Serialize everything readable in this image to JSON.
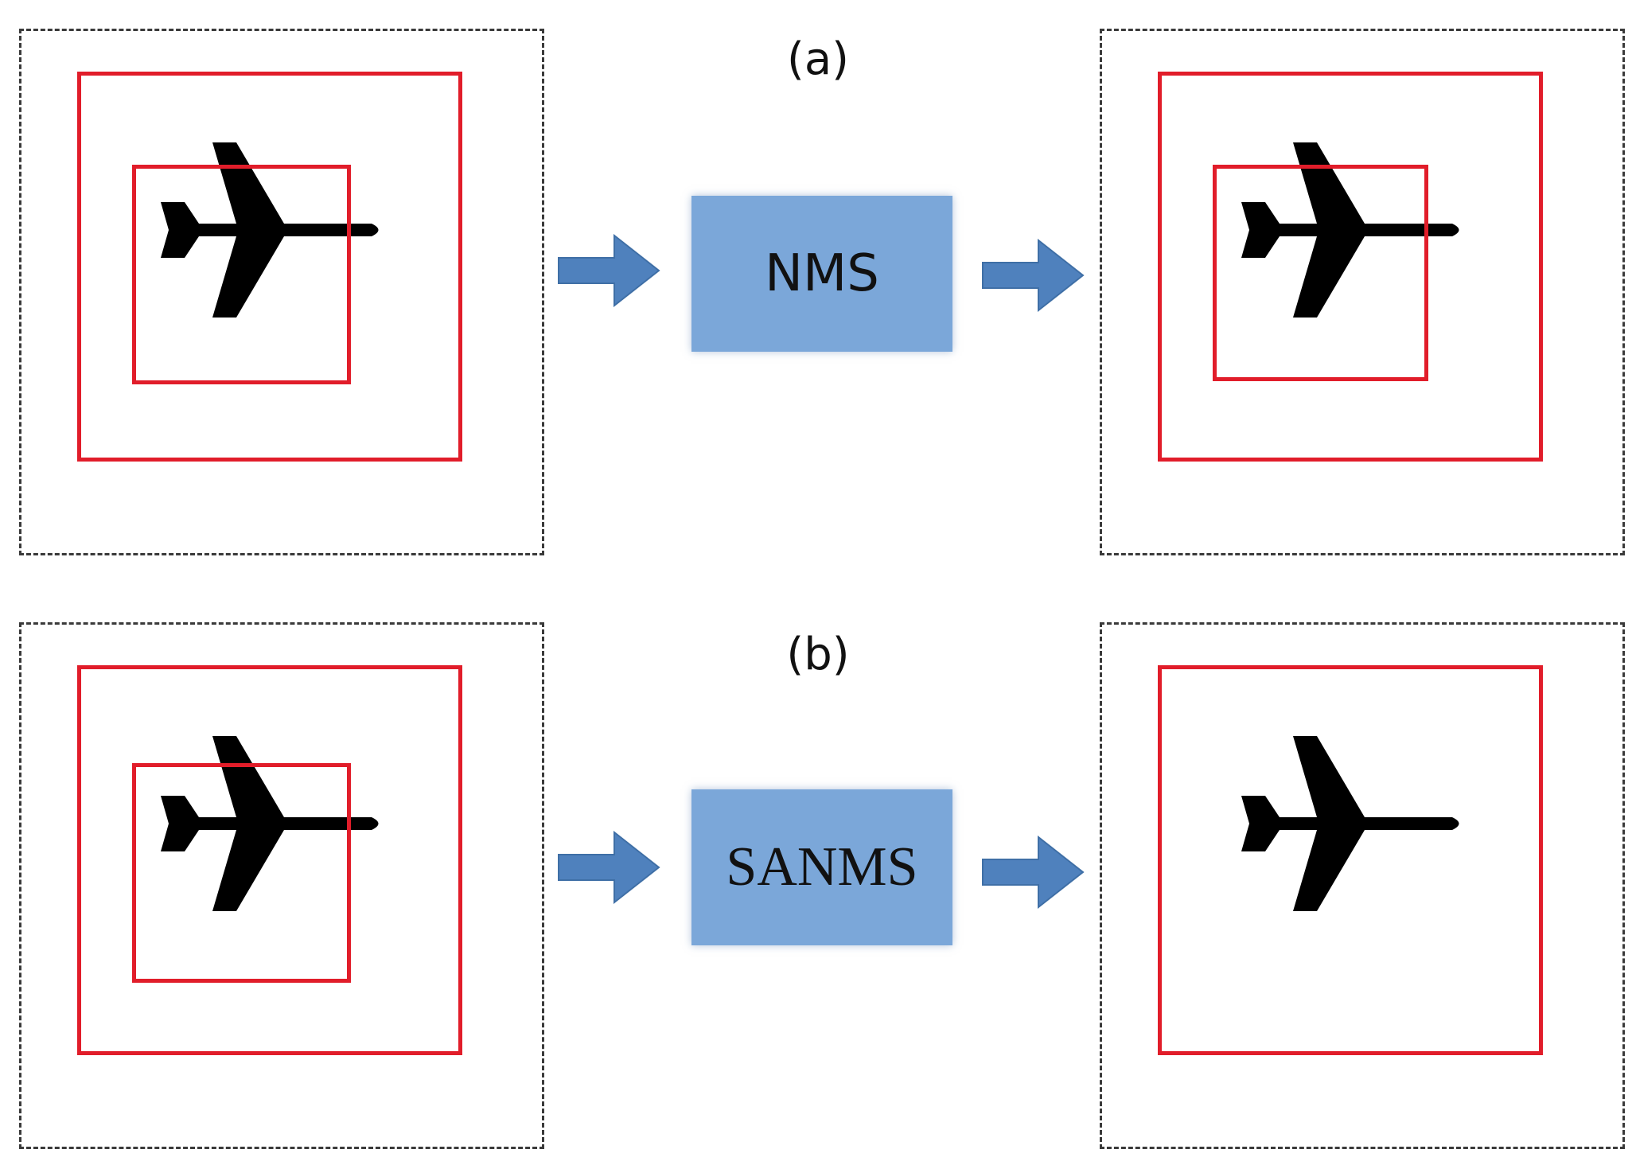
{
  "diagram": {
    "colors": {
      "detection_box": "#e11d2a",
      "process_box": "#7ba7d9",
      "arrow": "#4f81bd",
      "frame_border": "#3a3a3a",
      "plane": "#000000"
    },
    "icons": {
      "aircraft": "airplane-icon",
      "flow": "right-arrow-icon"
    },
    "rows": [
      {
        "label": "(a)",
        "process": "NMS",
        "input_boxes": 2,
        "output_boxes": 2
      },
      {
        "label": "(b)",
        "process": "SANMS",
        "input_boxes": 2,
        "output_boxes": 1
      }
    ]
  }
}
